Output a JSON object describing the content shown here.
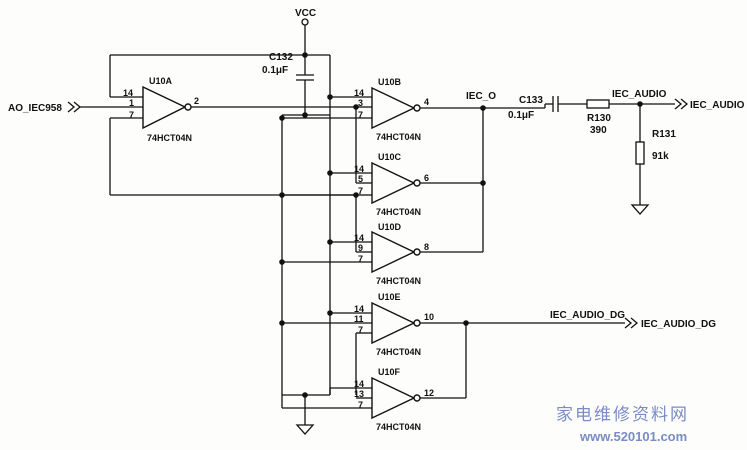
{
  "power": {
    "vcc": "VCC"
  },
  "input": {
    "net": "AO_IEC958"
  },
  "gates": [
    {
      "ref": "U10A",
      "part": "74HCT04N",
      "pins": [
        "14",
        "1",
        "7"
      ],
      "out_pin": "2"
    },
    {
      "ref": "U10B",
      "part": "74HCT04N",
      "pins": [
        "14",
        "3",
        "7"
      ],
      "out_pin": "4"
    },
    {
      "ref": "U10C",
      "part": "74HCT04N",
      "pins": [
        "14",
        "5",
        "7"
      ],
      "out_pin": "6"
    },
    {
      "ref": "U10D",
      "part": "74HCT04N",
      "pins": [
        "14",
        "9",
        "7"
      ],
      "out_pin": "8"
    },
    {
      "ref": "U10E",
      "part": "74HCT04N",
      "pins": [
        "14",
        "11",
        "7"
      ],
      "out_pin": "10"
    },
    {
      "ref": "U10F",
      "part": "74HCT04N",
      "pins": [
        "14",
        "13",
        "7"
      ],
      "out_pin": "12"
    }
  ],
  "components": {
    "c132": {
      "ref": "C132",
      "value": "0.1μF"
    },
    "c133": {
      "ref": "C133",
      "value": "0.1μF"
    },
    "r130": {
      "ref": "R130",
      "value": "390"
    },
    "r131": {
      "ref": "R131",
      "value": "91k"
    }
  },
  "nets": {
    "iec_o": "IEC_O",
    "iec_audio": "IEC_AUDIO",
    "iec_audio_port": "IEC_AUDIO",
    "iec_audio_dg": "IEC_AUDIO_DG",
    "iec_audio_dg_port": "IEC_AUDIO_DG"
  },
  "watermark": {
    "text": "家电维修资料网",
    "url": "www.520101.com"
  },
  "colors": {
    "ink": "#111111",
    "watermark": "#7a8cc4",
    "paper": "#fdfdfb"
  }
}
